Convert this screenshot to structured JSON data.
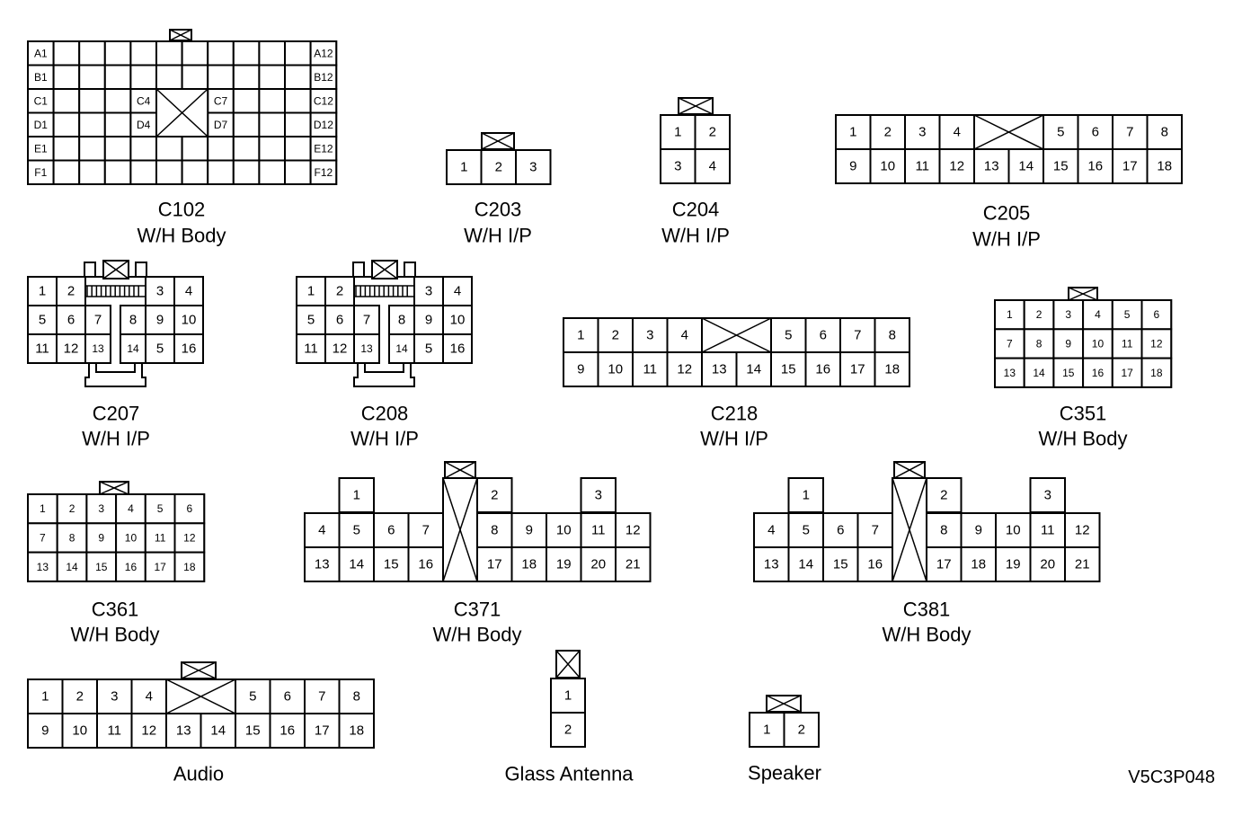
{
  "figure_id": "V5C3P048",
  "connectors": [
    {
      "key": "c102",
      "id": "C102",
      "location": "W/H Body",
      "row_labels_left": [
        "A1",
        "B1",
        "C1",
        "D1",
        "E1",
        "F1"
      ],
      "row_labels_right": [
        "A12",
        "B12",
        "C12",
        "D12",
        "E12",
        "F12"
      ],
      "center_labels": [
        "C4",
        "D4",
        "C7",
        "D7"
      ]
    },
    {
      "key": "c203",
      "id": "C203",
      "location": "W/H I/P",
      "pins": [
        "1",
        "2",
        "3"
      ]
    },
    {
      "key": "c204",
      "id": "C204",
      "location": "W/H I/P",
      "pins": [
        "1",
        "2",
        "3",
        "4"
      ]
    },
    {
      "key": "c205",
      "id": "C205",
      "location": "W/H I/P",
      "pins": [
        "1",
        "2",
        "3",
        "4",
        "5",
        "6",
        "7",
        "8",
        "9",
        "10",
        "11",
        "12",
        "13",
        "14",
        "15",
        "16",
        "17",
        "18"
      ]
    },
    {
      "key": "c207",
      "id": "C207",
      "location": "W/H I/P",
      "pins": [
        "1",
        "2",
        "3",
        "4",
        "5",
        "6",
        "7",
        "8",
        "9",
        "10",
        "11",
        "12",
        "13",
        "14",
        "5",
        "16"
      ]
    },
    {
      "key": "c208",
      "id": "C208",
      "location": "W/H I/P",
      "pins": [
        "1",
        "2",
        "3",
        "4",
        "5",
        "6",
        "7",
        "8",
        "9",
        "10",
        "11",
        "12",
        "13",
        "14",
        "5",
        "16"
      ]
    },
    {
      "key": "c218",
      "id": "C218",
      "location": "W/H I/P",
      "pins": [
        "1",
        "2",
        "3",
        "4",
        "5",
        "6",
        "7",
        "8",
        "9",
        "10",
        "11",
        "12",
        "13",
        "14",
        "15",
        "16",
        "17",
        "18"
      ]
    },
    {
      "key": "c351",
      "id": "C351",
      "location": "W/H Body",
      "pins": [
        "1",
        "2",
        "3",
        "4",
        "5",
        "6",
        "7",
        "8",
        "9",
        "10",
        "11",
        "12",
        "13",
        "14",
        "15",
        "16",
        "17",
        "18"
      ]
    },
    {
      "key": "c361",
      "id": "C361",
      "location": "W/H Body",
      "pins": [
        "1",
        "2",
        "3",
        "4",
        "5",
        "6",
        "7",
        "8",
        "9",
        "10",
        "11",
        "12",
        "13",
        "14",
        "15",
        "16",
        "17",
        "18"
      ]
    },
    {
      "key": "c371",
      "id": "C371",
      "location": "W/H Body",
      "pins": [
        "1",
        "2",
        "3",
        "4",
        "5",
        "6",
        "7",
        "8",
        "9",
        "10",
        "11",
        "12",
        "13",
        "14",
        "15",
        "16",
        "17",
        "18",
        "19",
        "20",
        "21"
      ]
    },
    {
      "key": "c381",
      "id": "C381",
      "location": "W/H Body",
      "pins": [
        "1",
        "2",
        "3",
        "4",
        "5",
        "6",
        "7",
        "8",
        "9",
        "10",
        "11",
        "12",
        "13",
        "14",
        "15",
        "16",
        "17",
        "18",
        "19",
        "20",
        "21"
      ]
    },
    {
      "key": "audio",
      "id": "Audio",
      "location": "",
      "pins": [
        "1",
        "2",
        "3",
        "4",
        "5",
        "6",
        "7",
        "8",
        "9",
        "10",
        "11",
        "12",
        "13",
        "14",
        "15",
        "16",
        "17",
        "18"
      ]
    },
    {
      "key": "glass_antenna",
      "id": "Glass Antenna",
      "location": "",
      "pins": [
        "1",
        "2"
      ]
    },
    {
      "key": "speaker",
      "id": "Speaker",
      "location": "",
      "pins": [
        "1",
        "2"
      ]
    }
  ]
}
